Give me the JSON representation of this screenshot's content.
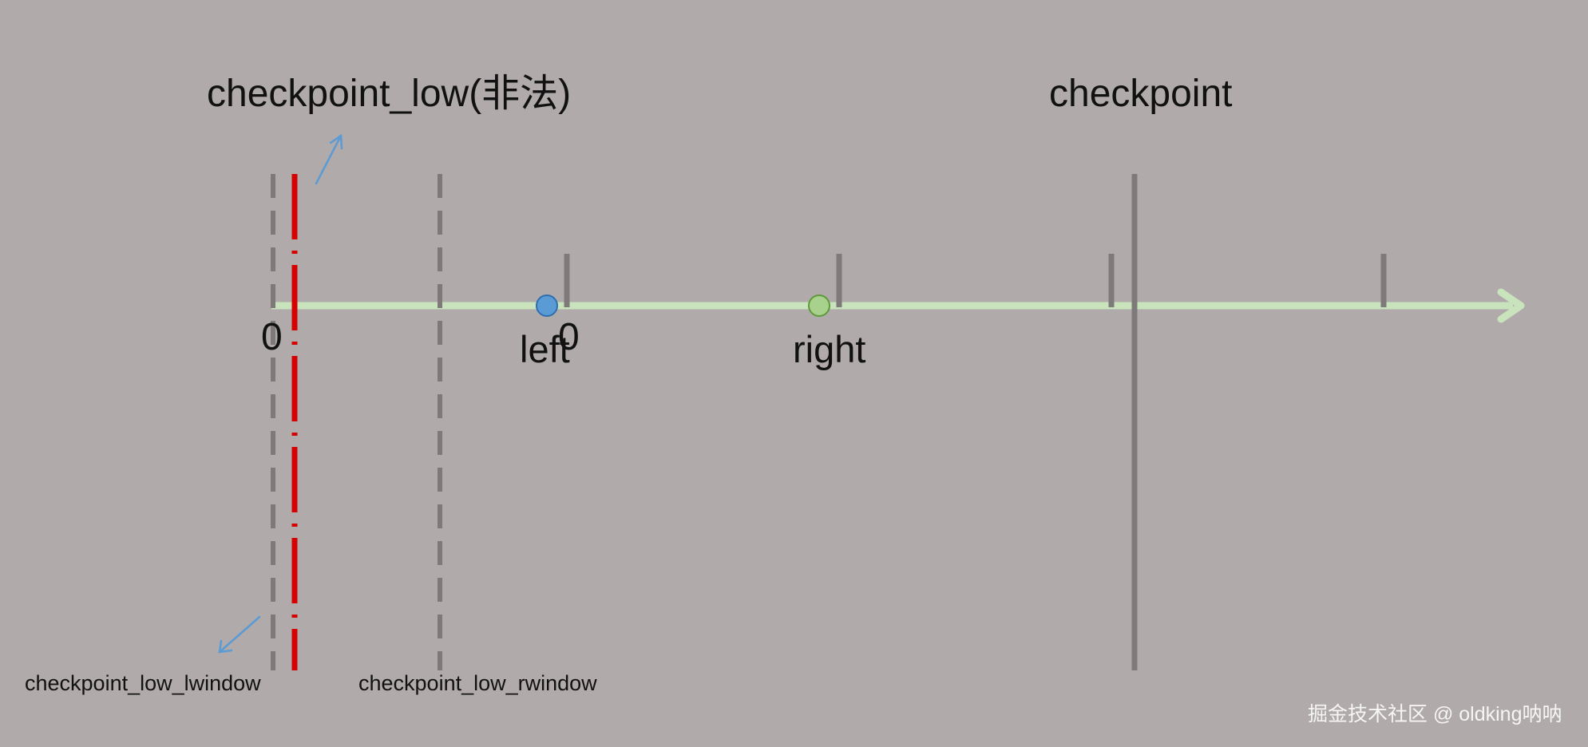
{
  "labels": {
    "checkpoint_low": "checkpoint_low(非法)",
    "checkpoint": "checkpoint",
    "zero_left": "0",
    "zero_mid": "0",
    "left": "left",
    "right": "right",
    "lwindow": "checkpoint_low_lwindow",
    "rwindow": "checkpoint_low_rwindow"
  },
  "watermark": "掘金技术社区 @ oldking呐呐",
  "colors": {
    "background": "#b0aaaa",
    "axis": "#c9e3bd",
    "tick": "#7f7a7a",
    "illegal_line": "#d50000",
    "arrow_annotation": "#5b9bd5",
    "left_point": "#5b9bd5",
    "right_point": "#a9d18e"
  }
}
